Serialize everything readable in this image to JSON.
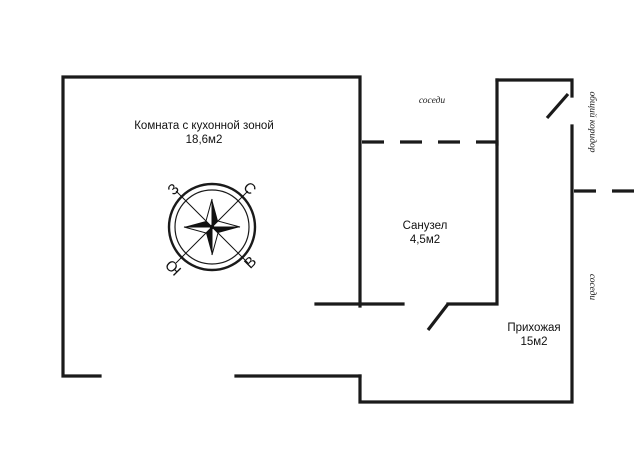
{
  "rooms": {
    "main_room": {
      "name": "Комната с кухонной зоной",
      "area": "18,6м2"
    },
    "bathroom": {
      "name": "Санузел",
      "area": "4,5м2"
    },
    "hallway": {
      "name": "Прихожая",
      "area": "15м2"
    }
  },
  "neighbors": {
    "top": "соседи",
    "right": "соседи",
    "corridor": "общий коридор"
  },
  "compass": {
    "north": "С",
    "east": "В",
    "south": "Ю",
    "west": "З"
  }
}
